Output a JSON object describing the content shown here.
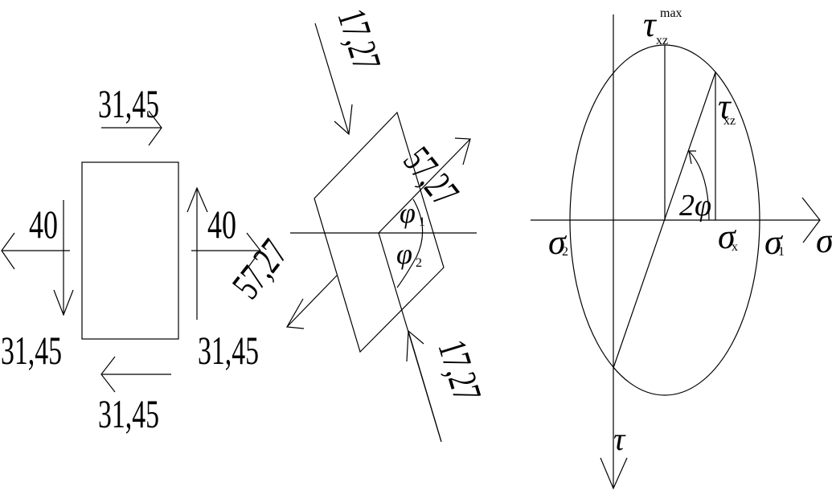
{
  "figure_left": {
    "title": "Stress element",
    "labels": {
      "top_shear": "31,45",
      "bottom_shear": "31,45",
      "left_shear": "31,45",
      "right_shear": "31,45",
      "left_normal": "40",
      "right_normal": "40"
    }
  },
  "figure_middle": {
    "title": "Rotated element (principal stresses)",
    "labels": {
      "top_normal": "17,27",
      "bottom_normal": "17,27",
      "upper_right_principal": "57,27",
      "lower_left_principal": "57,27",
      "angle_1": "φ",
      "angle_1_sub": "1",
      "angle_2": "φ",
      "angle_2_sub": "2"
    }
  },
  "figure_right": {
    "title": "Mohr's circle",
    "labels": {
      "tau_max": "τ",
      "tau_max_sub": "xz",
      "tau_max_sup": "max",
      "tau_xz": "τ",
      "tau_xz_sub": "xz",
      "two_phi": "2φ",
      "sigma_2": "σ",
      "sigma_2_sub": "2",
      "sigma_x": "σ",
      "sigma_x_sub": "x",
      "sigma_1": "σ",
      "sigma_1_sub": "1",
      "sigma_axis": "σ",
      "tau_axis": "τ"
    }
  }
}
